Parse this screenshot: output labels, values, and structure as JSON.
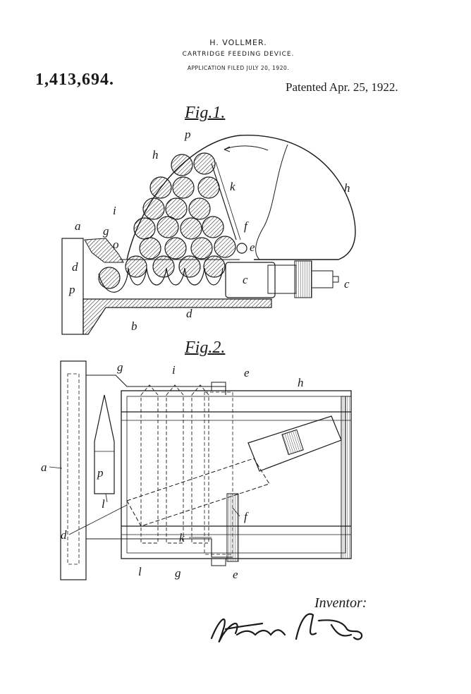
{
  "header": {
    "inventor_name": "H. VOLLMER.",
    "title": "CARTRIDGE FEEDING DEVICE.",
    "application_filed": "APPLICATION FILED JULY 20, 1920.",
    "patent_number": "1,413,694.",
    "patent_date": "Patented Apr. 25, 1922."
  },
  "figures": {
    "fig1_label": "Fig.1.",
    "fig2_label": "Fig.2.",
    "fig1_refs": [
      "p",
      "h",
      "k",
      "h",
      "i",
      "f",
      "a",
      "g",
      "o",
      "e",
      "d",
      "p",
      "c",
      "c",
      "b",
      "d"
    ],
    "fig2_refs": [
      "g",
      "i",
      "e",
      "h",
      "a",
      "p",
      "l",
      "d",
      "f",
      "k",
      "l",
      "g",
      "e"
    ]
  },
  "signature": {
    "label": "Inventor:",
    "name": "Heinrich Vollmer"
  },
  "colors": {
    "ink": "#1a1a1a",
    "paper": "#ffffff"
  }
}
